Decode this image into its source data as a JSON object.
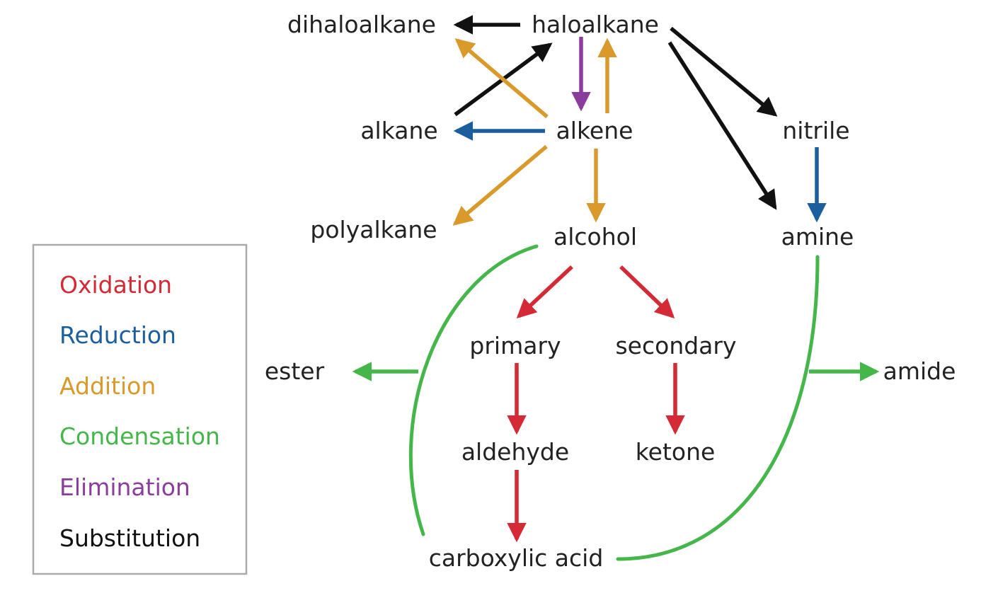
{
  "colors": {
    "oxidation": "#d42a35",
    "reduction": "#1a5e9e",
    "addition": "#d99a2b",
    "condensation": "#45b649",
    "elimination": "#8b3d9e",
    "substitution": "#111111",
    "legend_border": "#aaaaaa"
  },
  "nodes": {
    "haloalkane": "haloalkane",
    "dihaloalkane": "dihaloalkane",
    "alkane": "alkane",
    "alkene": "alkene",
    "nitrile": "nitrile",
    "polyalkane": "polyalkane",
    "alcohol": "alcohol",
    "amine": "amine",
    "primary": "primary",
    "secondary": "secondary",
    "ester": "ester",
    "amide": "amide",
    "aldehyde": "aldehyde",
    "ketone": "ketone",
    "carboxylic_acid": "carboxylic acid"
  },
  "legend": {
    "items": [
      {
        "label": "Oxidation",
        "type": "oxidation"
      },
      {
        "label": "Reduction",
        "type": "reduction"
      },
      {
        "label": "Addition",
        "type": "addition"
      },
      {
        "label": "Condensation",
        "type": "condensation"
      },
      {
        "label": "Elimination",
        "type": "elimination"
      },
      {
        "label": "Substitution",
        "type": "substitution"
      }
    ]
  },
  "reactions": [
    {
      "from": "haloalkane",
      "to": "dihaloalkane",
      "type": "substitution"
    },
    {
      "from": "alkane",
      "to": "haloalkane",
      "type": "substitution"
    },
    {
      "from": "alkene",
      "to": "dihaloalkane",
      "type": "addition"
    },
    {
      "from": "haloalkane",
      "to": "alkene",
      "type": "elimination"
    },
    {
      "from": "alkene",
      "to": "haloalkane",
      "type": "addition"
    },
    {
      "from": "alkene",
      "to": "alkane",
      "type": "reduction"
    },
    {
      "from": "haloalkane",
      "to": "nitrile",
      "type": "substitution"
    },
    {
      "from": "haloalkane",
      "to": "amine",
      "type": "substitution"
    },
    {
      "from": "alkene",
      "to": "polyalkane",
      "type": "addition"
    },
    {
      "from": "alkene",
      "to": "alcohol",
      "type": "addition"
    },
    {
      "from": "nitrile",
      "to": "amine",
      "type": "reduction"
    },
    {
      "from": "alcohol",
      "to": "primary",
      "type": "oxidation"
    },
    {
      "from": "alcohol",
      "to": "secondary",
      "type": "oxidation"
    },
    {
      "from": "primary",
      "to": "aldehyde",
      "type": "oxidation"
    },
    {
      "from": "secondary",
      "to": "ketone",
      "type": "oxidation"
    },
    {
      "from": "aldehyde",
      "to": "carboxylic_acid",
      "type": "oxidation"
    },
    {
      "from": "alcohol + carboxylic_acid",
      "to": "ester",
      "type": "condensation"
    },
    {
      "from": "amine + carboxylic_acid",
      "to": "amide",
      "type": "condensation"
    }
  ]
}
